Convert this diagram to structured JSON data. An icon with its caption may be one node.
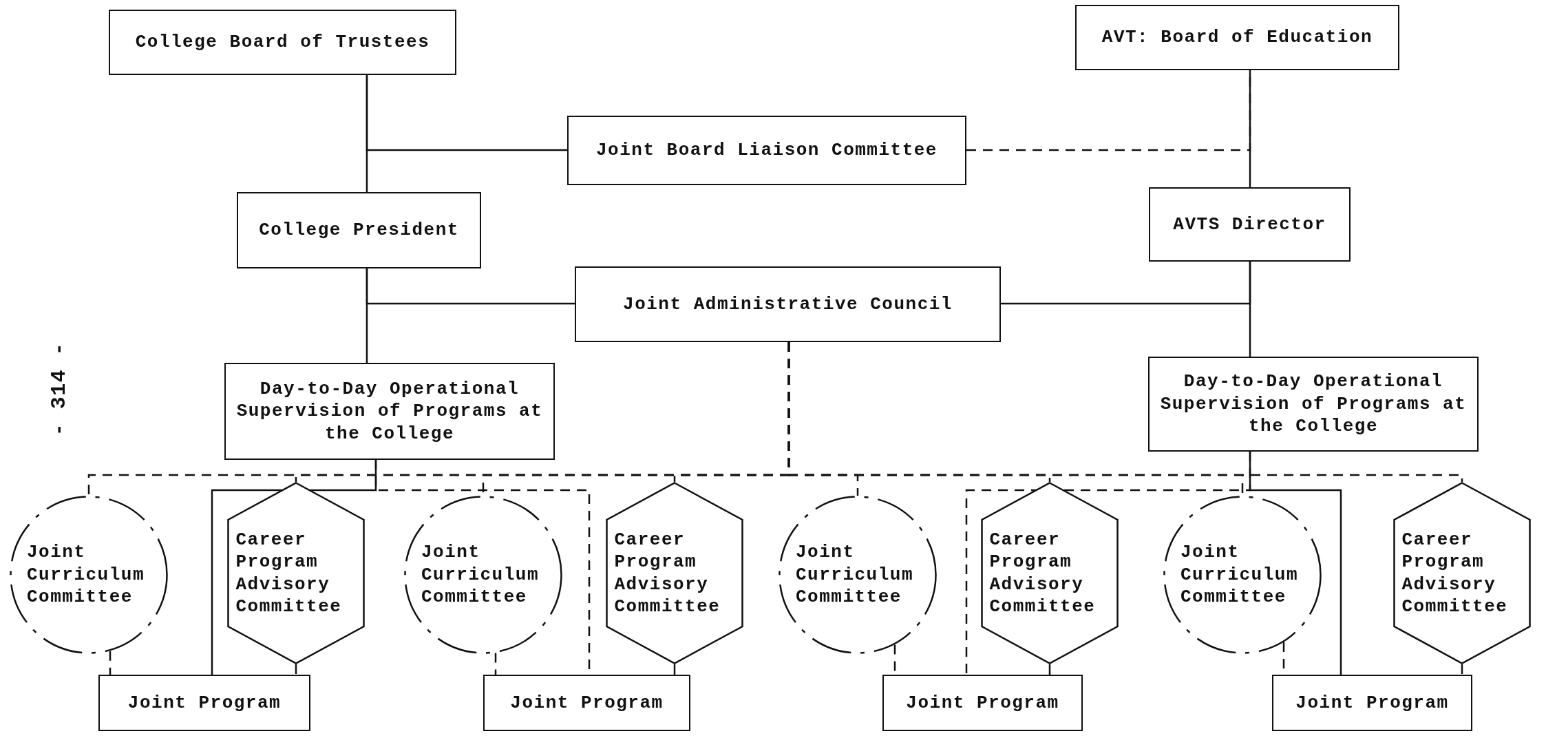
{
  "diagram": {
    "nodes": [
      {
        "text": [
          "College Board of Trustees"
        ]
      },
      {
        "text": [
          "AVT: Board of Education"
        ]
      },
      {
        "text": [
          "Joint Board Liaison Committee"
        ]
      },
      {
        "text": [
          "College President"
        ]
      },
      {
        "text": [
          "AVTS Director"
        ]
      },
      {
        "text": [
          "Joint Administrative Council"
        ]
      },
      {
        "text": [
          "Day-to-Day Operational Supervision of Programs at the College"
        ]
      },
      {
        "text": [
          "Day-to-Day Operational Supervision of Programs at the College"
        ]
      },
      {
        "text": [
          "Joint Curriculum Committee"
        ]
      },
      {
        "text": [
          "Career Program Advisory Committee"
        ]
      },
      {
        "text": [
          "Joint Curriculum Committee"
        ]
      },
      {
        "text": [
          "Career Program Advisory Committee"
        ]
      },
      {
        "text": [
          "Joint Curriculum Committee"
        ]
      },
      {
        "text": [
          "Career Program Advisory Committee"
        ]
      },
      {
        "text": [
          "Joint Curriculum Committee"
        ]
      },
      {
        "text": [
          "Career Program Advisory Committee"
        ]
      },
      {
        "text": [
          "Joint Program"
        ]
      },
      {
        "text": [
          "Joint Program"
        ]
      },
      {
        "text": [
          "Joint Program"
        ]
      },
      {
        "text": [
          "Joint Program"
        ]
      }
    ],
    "edges": [
      {
        "from": 0,
        "to": 3,
        "arrow": "none"
      },
      {
        "from": 2,
        "to": 0,
        "arrow": "none"
      },
      {
        "from": 1,
        "to": 4,
        "arrow": "none"
      },
      {
        "from": 2,
        "to": 1,
        "arrow": "none",
        "style": "dashed"
      },
      {
        "from": 5,
        "to": 3,
        "arrow": "none"
      },
      {
        "from": 5,
        "to": 4,
        "arrow": "none"
      },
      {
        "from": 3,
        "to": 6,
        "arrow": "none"
      },
      {
        "from": 4,
        "to": 7,
        "arrow": "none"
      },
      {
        "from": 5,
        "to": 8,
        "arrow": "none",
        "style": "dashed"
      },
      {
        "from": 5,
        "to": 9,
        "arrow": "none",
        "style": "dashed"
      },
      {
        "from": 5,
        "to": 10,
        "arrow": "none",
        "style": "dashed"
      },
      {
        "from": 5,
        "to": 11,
        "arrow": "none",
        "style": "dashed"
      },
      {
        "from": 5,
        "to": 12,
        "arrow": "none",
        "style": "dashed"
      },
      {
        "from": 5,
        "to": 13,
        "arrow": "none",
        "style": "dashed"
      },
      {
        "from": 5,
        "to": 14,
        "arrow": "none",
        "style": "dashed"
      },
      {
        "from": 5,
        "to": 15,
        "arrow": "none",
        "style": "dashed"
      },
      {
        "from": 6,
        "to": 16,
        "arrow": "none"
      },
      {
        "from": 6,
        "to": 17,
        "arrow": "none",
        "style": "dashed"
      },
      {
        "from": 7,
        "to": 18,
        "arrow": "none",
        "style": "dashed"
      },
      {
        "from": 7,
        "to": 19,
        "arrow": "none"
      },
      {
        "from": 8,
        "to": 16,
        "arrow": "none",
        "style": "dashed"
      },
      {
        "from": 9,
        "to": 16,
        "arrow": "none",
        "style": "dashed"
      },
      {
        "from": 10,
        "to": 17,
        "arrow": "none",
        "style": "dashed"
      },
      {
        "from": 11,
        "to": 17,
        "arrow": "none"
      },
      {
        "from": 12,
        "to": 18,
        "arrow": "none",
        "style": "dashed"
      },
      {
        "from": 13,
        "to": 18,
        "arrow": "none"
      },
      {
        "from": 14,
        "to": 19,
        "arrow": "none",
        "style": "dashed"
      },
      {
        "from": 15,
        "to": 19,
        "arrow": "none",
        "style": "dashed"
      }
    ],
    "labels": [
      "- 314 -"
    ]
  }
}
